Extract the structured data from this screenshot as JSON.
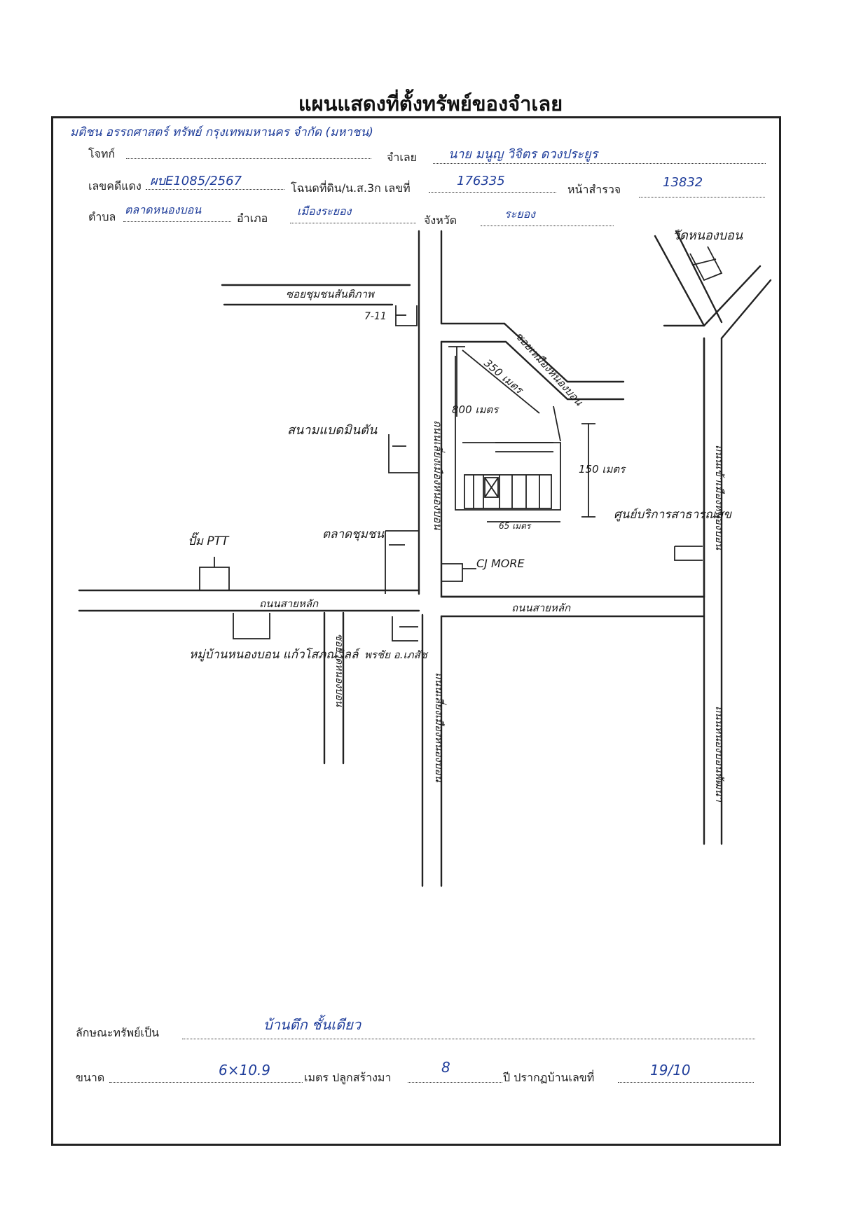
{
  "header": {
    "title": "แผนแสดงที่ตั้งทรัพย์ของจำเลย"
  },
  "form": {
    "handwritten_top": "มติชน อรรถศาสตร์ ทรัพย์ กรุงเทพมหานคร จำกัด (มหาชน)",
    "plaintiff_label": "โจทก์",
    "defendant_label": "จำเลย",
    "defendant_value": "นาย มนูญ วิจิตร  ดวงประยูร",
    "case_no_label": "เลขคดีแดง",
    "case_no_value": "ผบE1085/2567",
    "deed_label": "โฉนดที่ดิน/น.ส.3ก เลขที่",
    "deed_value": "176335",
    "survey_label": "หน้าสำรวจ",
    "survey_value": "13832",
    "subdistrict_label": "ตำบล",
    "subdistrict_value": "ตลาดหนองบอน",
    "district_label": "อำเภอ",
    "district_value": "เมืองระยอง",
    "province_label": "จังหวัด",
    "province_value": "ระยอง",
    "property_type_label": "ลักษณะทรัพย์เป็น",
    "property_type_value": "บ้านตึก ชั้นเดียว",
    "size_label": "ขนาด",
    "size_value": "6×10.9",
    "meters_built_label": "เมตร ปลูกสร้างมา",
    "built_years_value": "8",
    "year_house_no_label": "ปี ปรากฏบ้านเลขที่",
    "house_no_value": "19/10"
  },
  "map": {
    "labels": {
      "soi_top": "ซอยชุมชนสันติภาพ",
      "seven_eleven": "7-11",
      "temple": "วัดหนองบอน",
      "road_diag": "ซอยเหมืองหนองบอน",
      "dist_350": "350 เมตร",
      "dist_800": "800 เมตร",
      "dist_150": "150 เมตร",
      "dist_65": "65 เมตร",
      "stadium": "สนามแบดมินตัน",
      "road_center": "ถนนเลี่ยงเมืองหนองบอน",
      "road_center_lower": "ถนนเลี่ยงเมืองหนองบอน",
      "health_center": "ศูนย์บริการสาธารณสุข",
      "road_right": "ถนนเข้าเมืองหนองบอน",
      "road_right_lower": "ถนนหนองบอนพัฒนา",
      "ptt": "ปั๊ม PTT",
      "market": "ตลาดชุมชน",
      "cj": "CJ MORE",
      "main_road_left": "ถนนสายหลัก",
      "main_road_right": "ถนนสายหลัก",
      "village": "หมู่บ้านหนองบอน แก้วโสภณวิลล์",
      "soi_lower": "ซอยวัดหนองบอน",
      "pharmacy": "พรชัย อ.เภสัช"
    }
  }
}
